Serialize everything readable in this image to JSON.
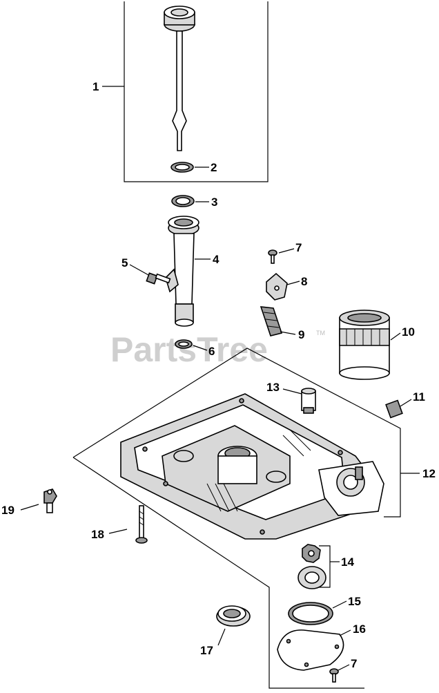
{
  "watermark": {
    "text": "PartsTree",
    "tm": "TM"
  },
  "callouts": [
    {
      "id": "c1",
      "text": "1"
    },
    {
      "id": "c2",
      "text": "2"
    },
    {
      "id": "c3",
      "text": "3"
    },
    {
      "id": "c4",
      "text": "4"
    },
    {
      "id": "c5",
      "text": "5"
    },
    {
      "id": "c6",
      "text": "6"
    },
    {
      "id": "c7a",
      "text": "7"
    },
    {
      "id": "c8",
      "text": "8"
    },
    {
      "id": "c9",
      "text": "9"
    },
    {
      "id": "c10",
      "text": "10"
    },
    {
      "id": "c11",
      "text": "11"
    },
    {
      "id": "c12",
      "text": "12"
    },
    {
      "id": "c13",
      "text": "13"
    },
    {
      "id": "c14",
      "text": "14"
    },
    {
      "id": "c15",
      "text": "15"
    },
    {
      "id": "c16",
      "text": "16"
    },
    {
      "id": "c7b",
      "text": "7"
    },
    {
      "id": "c17",
      "text": "17"
    },
    {
      "id": "c18",
      "text": "18"
    },
    {
      "id": "c19",
      "text": "19"
    }
  ]
}
